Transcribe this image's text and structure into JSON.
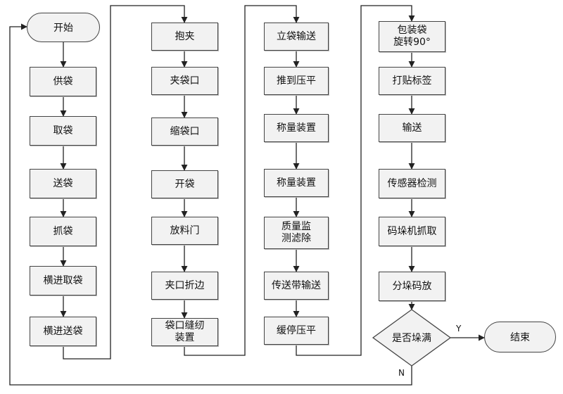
{
  "nodes": {
    "start": "开始",
    "c1": [
      "供袋",
      "取袋",
      "送袋",
      "抓袋",
      "横进取袋",
      "横进送袋"
    ],
    "c2": [
      "抱夹",
      "夹袋口",
      "缩袋口",
      "开袋",
      "放料门",
      "夹口折边",
      "袋口缝纫\n装置"
    ],
    "c3": [
      "立袋输送",
      "推到压平",
      "称量装置",
      "称量装置",
      "质量监\n测滤除",
      "传送带输送",
      "缓停压平"
    ],
    "c4": [
      "包装袋\n旋转90°",
      "打贴标签",
      "输送",
      "传感器检测",
      "码垛机抓取",
      "分垛码放"
    ],
    "decision": "是否垛满",
    "end": "结束"
  },
  "edges": {
    "yes": "Y",
    "no": "N"
  }
}
